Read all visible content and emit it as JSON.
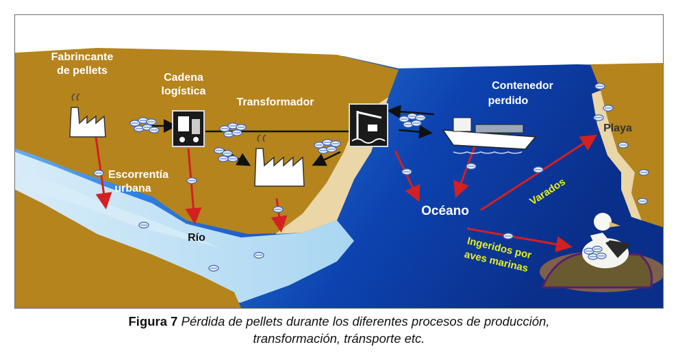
{
  "labels": {
    "manufacturer_line1": "Fabrincante",
    "manufacturer_line2": "de pellets",
    "logistics_line1": "Cadena",
    "logistics_line2": "logística",
    "transformer": "Transformador",
    "container_line1": "Contenedor",
    "container_line2": "perdido",
    "beach": "Playa",
    "runoff_line1": "Escorrentía",
    "runoff_line2": "urbana",
    "river": "Río",
    "ocean": "Océano",
    "stranded": "Varados",
    "ingested_line1": "Ingeridos por",
    "ingested_line2": "aves marinas"
  },
  "caption": {
    "figure_number": "Figura 7",
    "text_line1": "Pérdida de pellets durante los diferentes procesos de producción,",
    "text_line2": "transformación, tránsporte etc."
  },
  "colors": {
    "land": "#b5841d",
    "sand": "#e9d7a8",
    "river": "#cfe7f6",
    "ocean_deep": "#0d3a9a",
    "ocean_mid": "#1f6ad8",
    "arrow_red": "#d42020",
    "text_white": "#ffffff",
    "text_yellow": "#e8f21a",
    "pellet": "#6f95d8"
  }
}
